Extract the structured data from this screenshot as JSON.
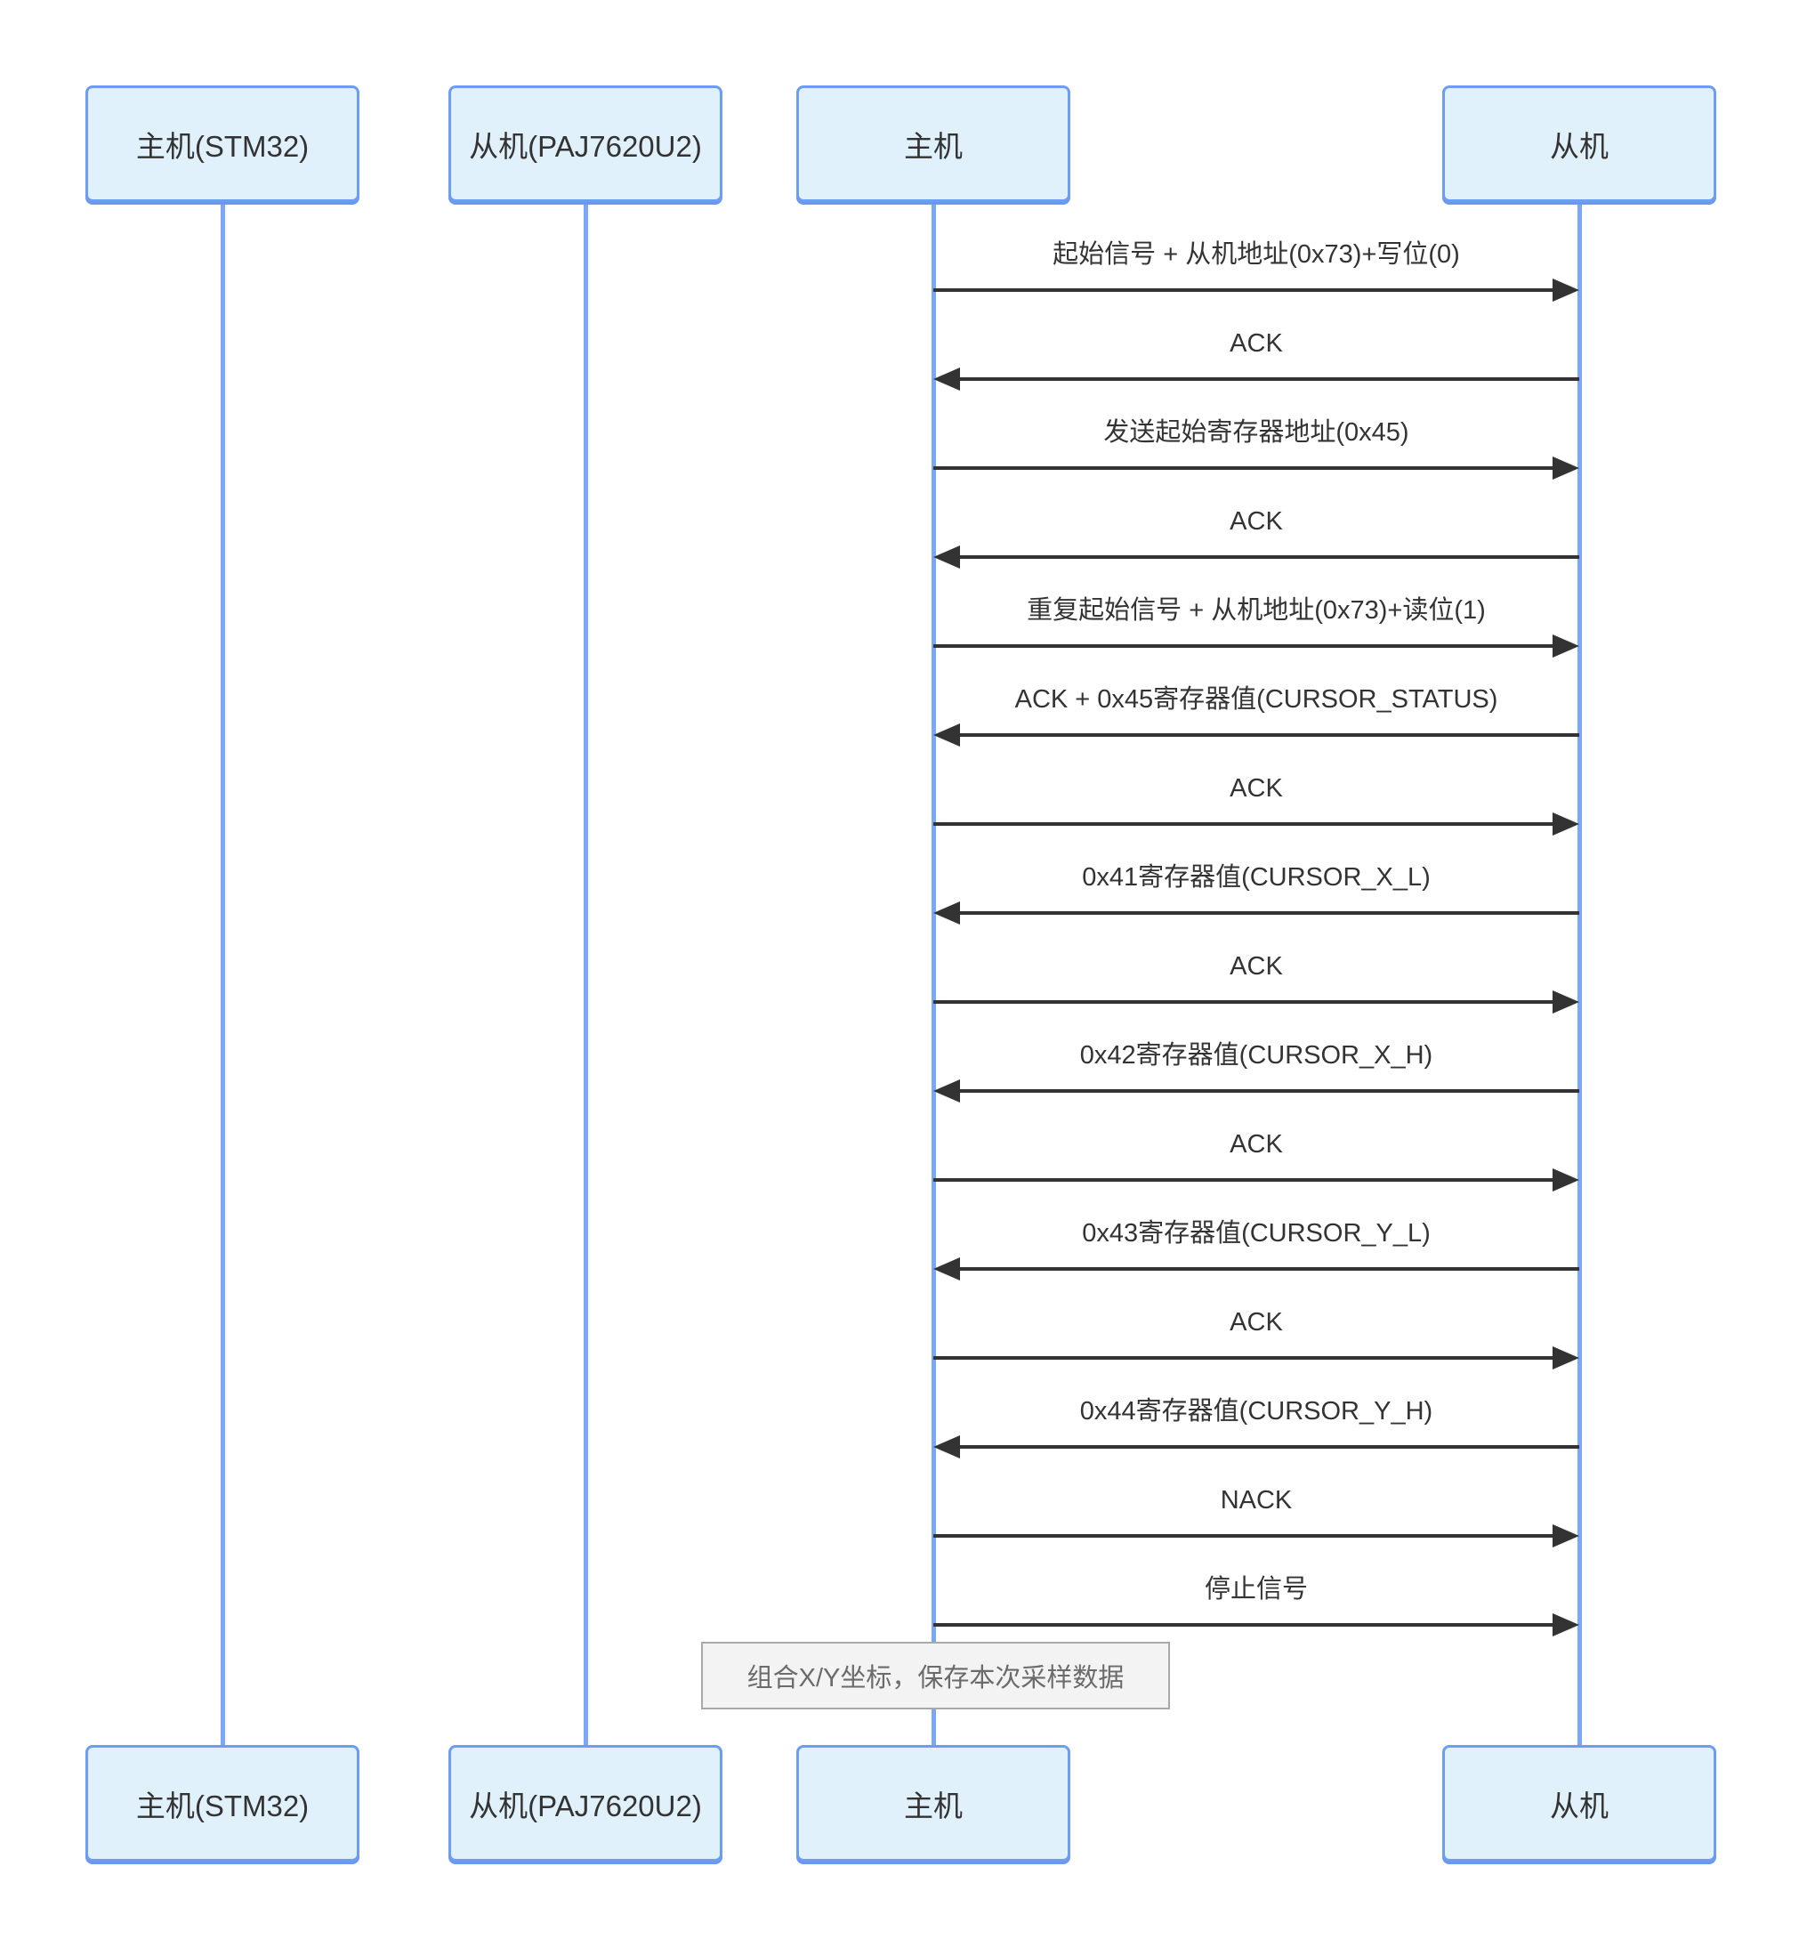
{
  "diagram": {
    "type": "sequence",
    "actors": [
      {
        "id": "host-stm32",
        "label": "主机(STM32)"
      },
      {
        "id": "slave-paj7620u2",
        "label": "从机(PAJ7620U2)"
      },
      {
        "id": "host",
        "label": "主机"
      },
      {
        "id": "slave",
        "label": "从机"
      }
    ],
    "messages": [
      {
        "from": "host",
        "to": "slave",
        "direction": "right",
        "text": "起始信号 + 从机地址(0x73)+写位(0)"
      },
      {
        "from": "slave",
        "to": "host",
        "direction": "left",
        "text": "ACK"
      },
      {
        "from": "host",
        "to": "slave",
        "direction": "right",
        "text": "发送起始寄存器地址(0x45)"
      },
      {
        "from": "slave",
        "to": "host",
        "direction": "left",
        "text": "ACK"
      },
      {
        "from": "host",
        "to": "slave",
        "direction": "right",
        "text": "重复起始信号 + 从机地址(0x73)+读位(1)"
      },
      {
        "from": "slave",
        "to": "host",
        "direction": "left",
        "text": "ACK + 0x45寄存器值(CURSOR_STATUS)"
      },
      {
        "from": "host",
        "to": "slave",
        "direction": "right",
        "text": "ACK"
      },
      {
        "from": "slave",
        "to": "host",
        "direction": "left",
        "text": "0x41寄存器值(CURSOR_X_L)"
      },
      {
        "from": "host",
        "to": "slave",
        "direction": "right",
        "text": "ACK"
      },
      {
        "from": "slave",
        "to": "host",
        "direction": "left",
        "text": "0x42寄存器值(CURSOR_X_H)"
      },
      {
        "from": "host",
        "to": "slave",
        "direction": "right",
        "text": "ACK"
      },
      {
        "from": "slave",
        "to": "host",
        "direction": "left",
        "text": "0x43寄存器值(CURSOR_Y_L)"
      },
      {
        "from": "host",
        "to": "slave",
        "direction": "right",
        "text": "ACK"
      },
      {
        "from": "slave",
        "to": "host",
        "direction": "left",
        "text": "0x44寄存器值(CURSOR_Y_H)"
      },
      {
        "from": "host",
        "to": "slave",
        "direction": "right",
        "text": "NACK"
      },
      {
        "from": "host",
        "to": "slave",
        "direction": "right",
        "text": "停止信号"
      }
    ],
    "note": {
      "over": "host",
      "text": "组合X/Y坐标，保存本次采样数据"
    }
  },
  "colors": {
    "actor_fill": "#E1F1FC",
    "actor_border": "#6D9DF3",
    "lifeline": "#7CA7F8",
    "arrow": "#333333",
    "message_text": "#333333",
    "note_fill": "#F3F3F3",
    "note_border": "#A9A9A9",
    "note_text": "#6B6B6B",
    "background": "#FFFFFF"
  }
}
